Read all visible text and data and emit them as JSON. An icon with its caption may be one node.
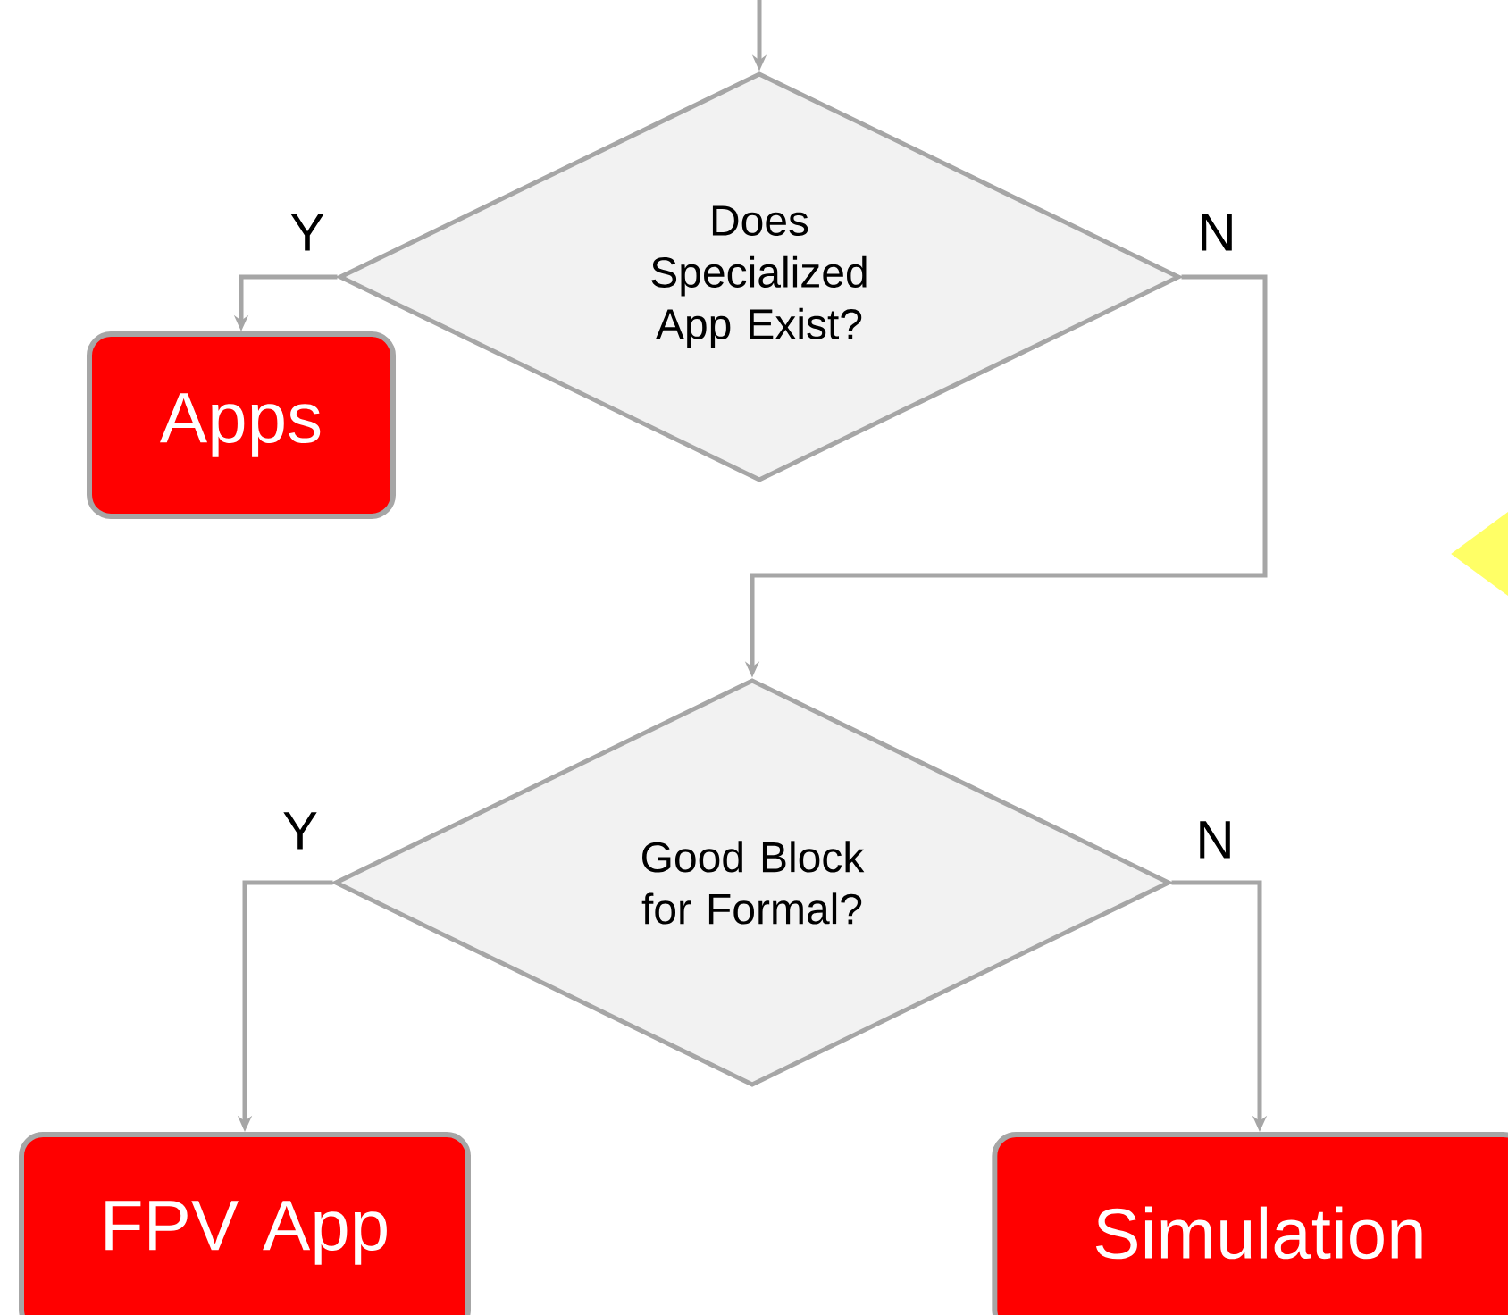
{
  "diagram": {
    "nodes": [
      {
        "text": [
          "Does Specialized App Exist?"
        ]
      },
      {
        "text": [
          "Apps"
        ]
      },
      {
        "text": [
          "Good Block for Formal?"
        ]
      },
      {
        "text": [
          "FPV App"
        ]
      },
      {
        "text": [
          "Simulation"
        ]
      },
      {
        "text": [],
        "shape": "diamond"
      }
    ],
    "edges": [
      {
        "from": null,
        "to": 0,
        "arrow": "to"
      },
      {
        "from": 0,
        "to": 1,
        "arrow": "to",
        "label": "Y"
      },
      {
        "from": 0,
        "to": 2,
        "arrow": "to",
        "label": "N"
      },
      {
        "from": 2,
        "to": 3,
        "arrow": "to",
        "label": "Y"
      },
      {
        "from": 2,
        "to": 4,
        "arrow": "to",
        "label": "N"
      }
    ]
  }
}
